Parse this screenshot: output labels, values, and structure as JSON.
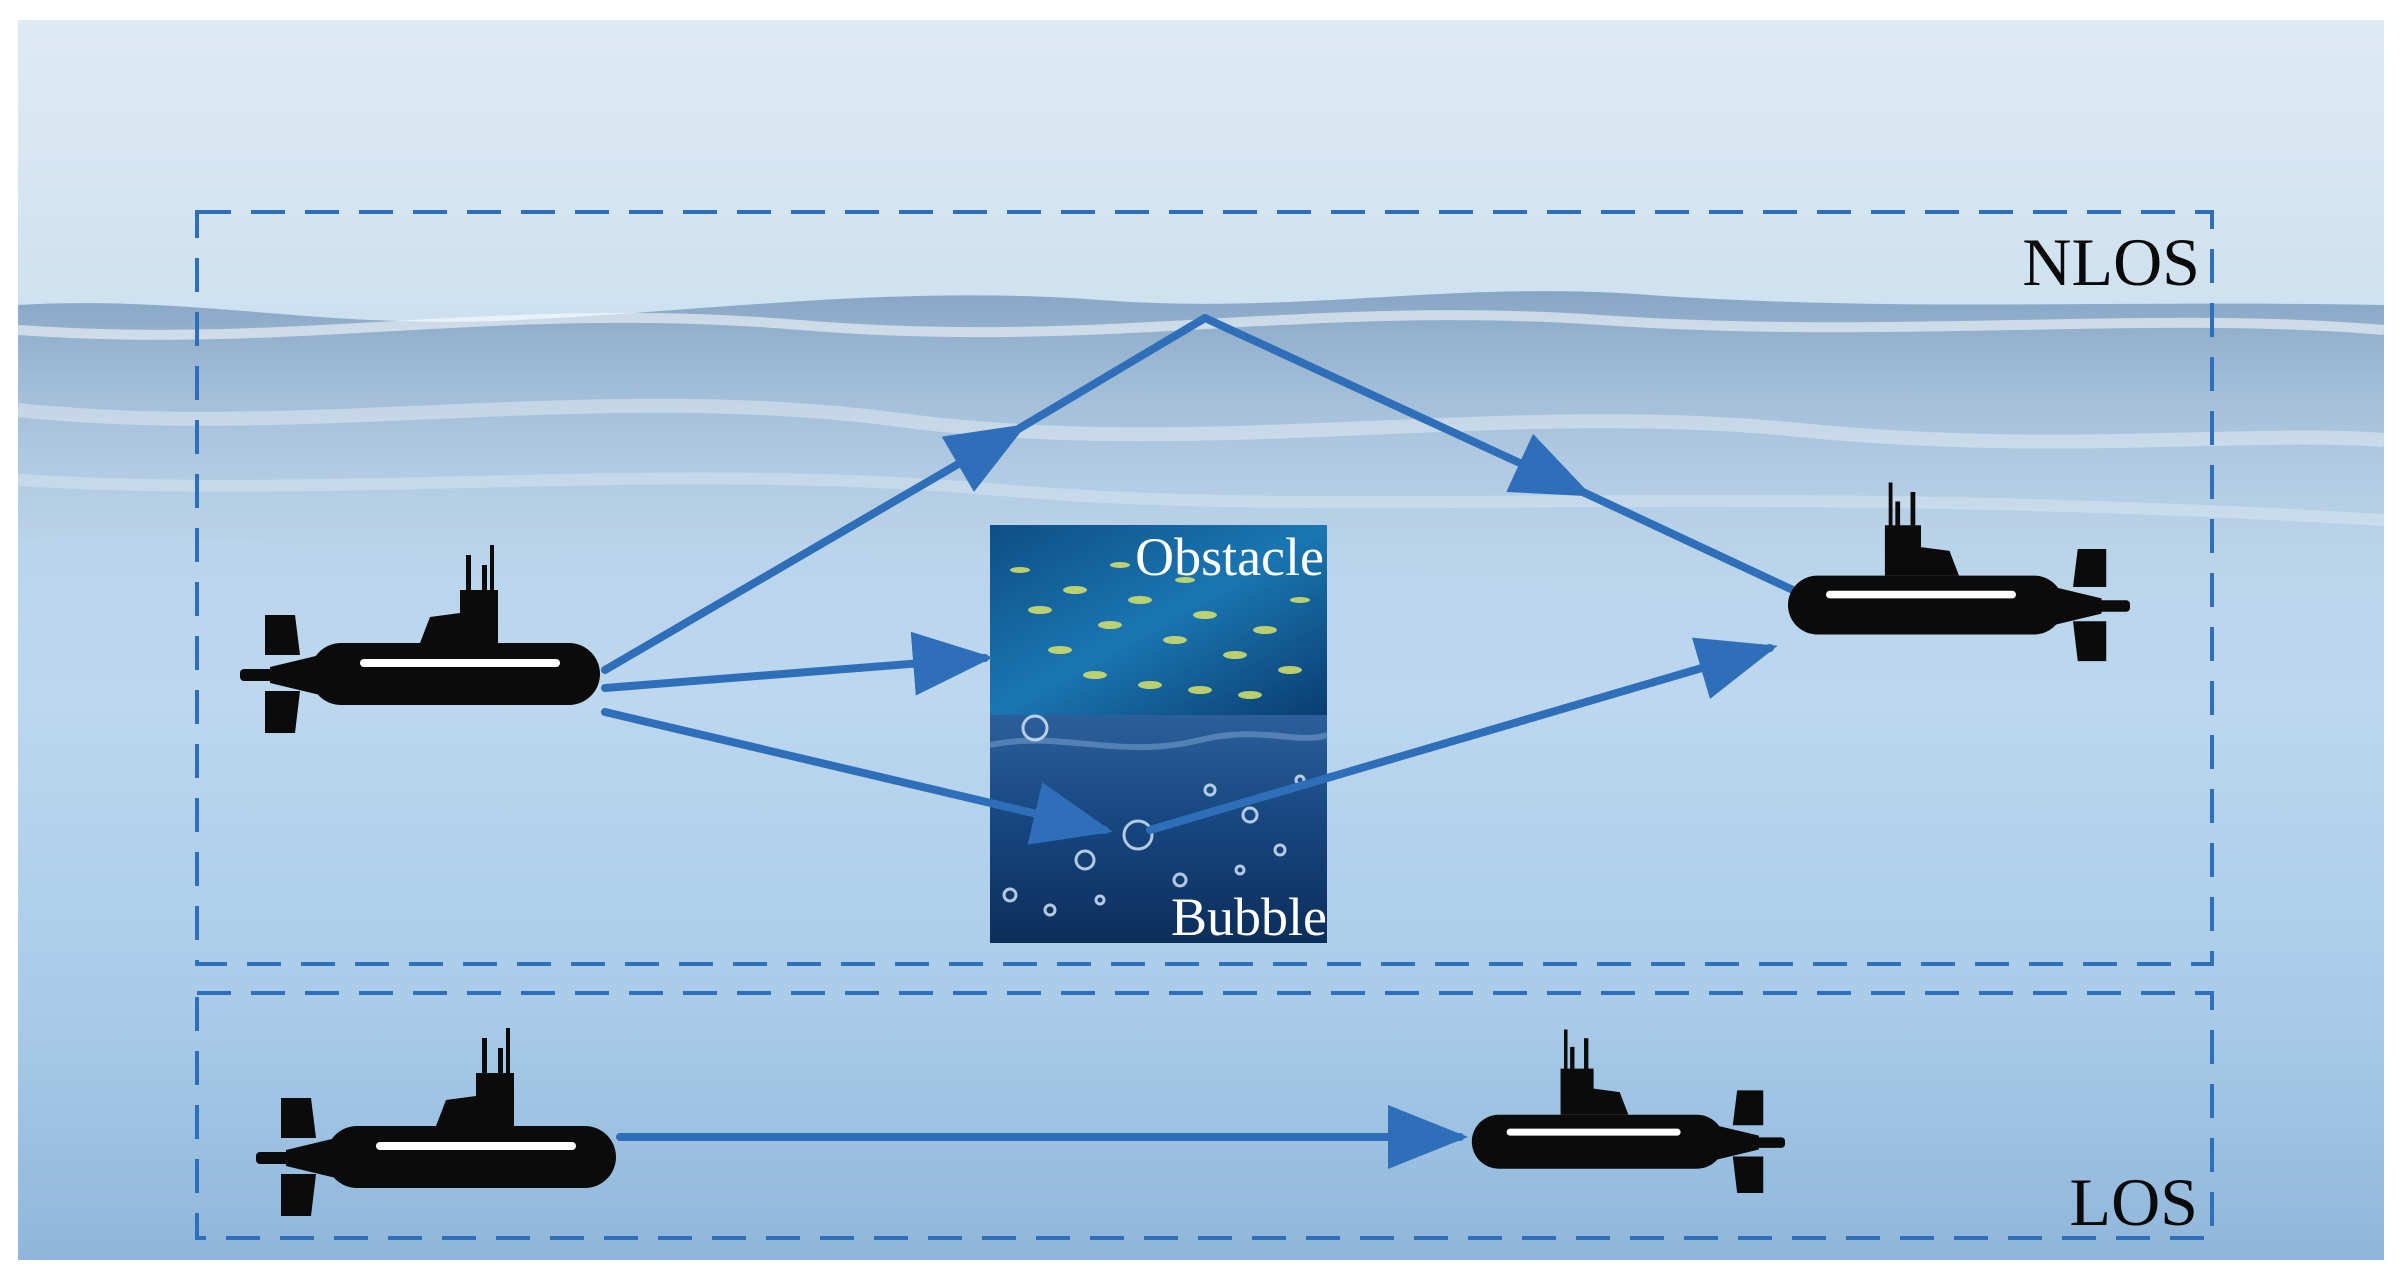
{
  "diagram": {
    "regions": {
      "nlos": {
        "label": "NLOS"
      },
      "los": {
        "label": "LOS"
      }
    },
    "photos": {
      "obstacle": {
        "label": "Obstacle"
      },
      "bubble": {
        "label": "Bubble"
      }
    },
    "colors": {
      "arrow": "#2f6fb9",
      "dash": "#2f6fb9",
      "submarine": "#0b0b0b",
      "water_top": "#d6e6f2",
      "water_bottom": "#9fc4e3"
    },
    "icons": [
      "submarine-icon"
    ]
  }
}
